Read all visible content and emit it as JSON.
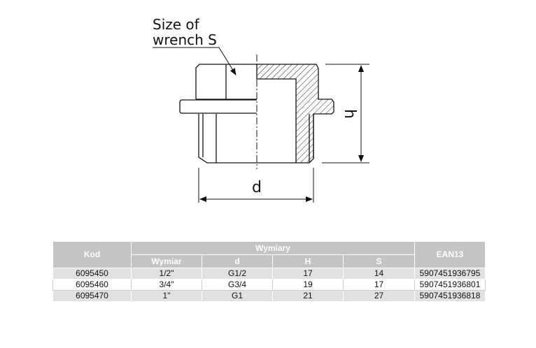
{
  "drawing": {
    "label_line1": "Size of",
    "label_line2": "wrench S",
    "dim_h": "h",
    "dim_d": "d"
  },
  "table": {
    "header": {
      "kod": "Kod",
      "group": "Wymiary",
      "ean": "EAN13",
      "sub": [
        "Wymiar",
        "d",
        "H",
        "S"
      ]
    },
    "rows": [
      {
        "kod": "6095450",
        "wymiar": "1/2\"",
        "d": "G1/2",
        "H": "17",
        "S": "14",
        "ean": "5907451936795"
      },
      {
        "kod": "6095460",
        "wymiar": "3/4\"",
        "d": "G3/4",
        "H": "19",
        "S": "17",
        "ean": "5907451936801"
      },
      {
        "kod": "6095470",
        "wymiar": "1\"",
        "d": "G1",
        "H": "21",
        "S": "27",
        "ean": "5907451936818"
      }
    ]
  }
}
